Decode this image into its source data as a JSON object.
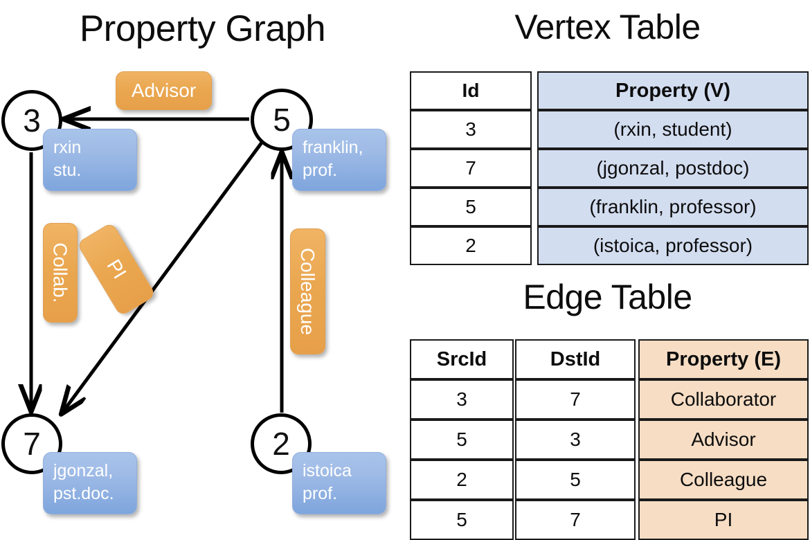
{
  "titles": {
    "property_graph": "Property Graph",
    "vertex_table": "Vertex Table",
    "edge_table": "Edge Table"
  },
  "graph": {
    "nodes": [
      {
        "id": "3",
        "name": "rxin",
        "role": "stu."
      },
      {
        "id": "5",
        "name": "franklin,",
        "role": "prof."
      },
      {
        "id": "7",
        "name": "jgonzal,",
        "role": "pst.doc."
      },
      {
        "id": "2",
        "name": "istoica",
        "role": "prof."
      }
    ],
    "edge_labels": [
      {
        "key": "advisor",
        "text": "Advisor"
      },
      {
        "key": "collab",
        "text": "Collab."
      },
      {
        "key": "pi",
        "text": "PI"
      },
      {
        "key": "colleague",
        "text": "Colleague"
      }
    ],
    "edges": [
      {
        "src": "5",
        "dst": "3",
        "label": "Advisor"
      },
      {
        "src": "3",
        "dst": "7",
        "label": "Collab."
      },
      {
        "src": "5",
        "dst": "7",
        "label": "PI"
      },
      {
        "src": "2",
        "dst": "5",
        "label": "Colleague"
      }
    ]
  },
  "vertex_table": {
    "headers": [
      "Id",
      "Property (V)"
    ],
    "rows": [
      {
        "id": "3",
        "property": "(rxin, student)"
      },
      {
        "id": "7",
        "property": "(jgonzal, postdoc)"
      },
      {
        "id": "5",
        "property": "(franklin, professor)"
      },
      {
        "id": "2",
        "property": "(istoica, professor)"
      }
    ]
  },
  "edge_table": {
    "headers": [
      "SrcId",
      "DstId",
      "Property (E)"
    ],
    "rows": [
      {
        "src": "3",
        "dst": "7",
        "property": "Collaborator"
      },
      {
        "src": "5",
        "dst": "3",
        "property": "Advisor"
      },
      {
        "src": "2",
        "dst": "5",
        "property": "Colleague"
      },
      {
        "src": "5",
        "dst": "7",
        "property": "PI"
      }
    ]
  },
  "colors": {
    "vertex_property_fill": "#d3ddf0",
    "edge_property_fill": "#f6ddc4",
    "node_callout": "#9fbbe6",
    "edge_callout": "#eaa750",
    "stroke": "#000000"
  }
}
